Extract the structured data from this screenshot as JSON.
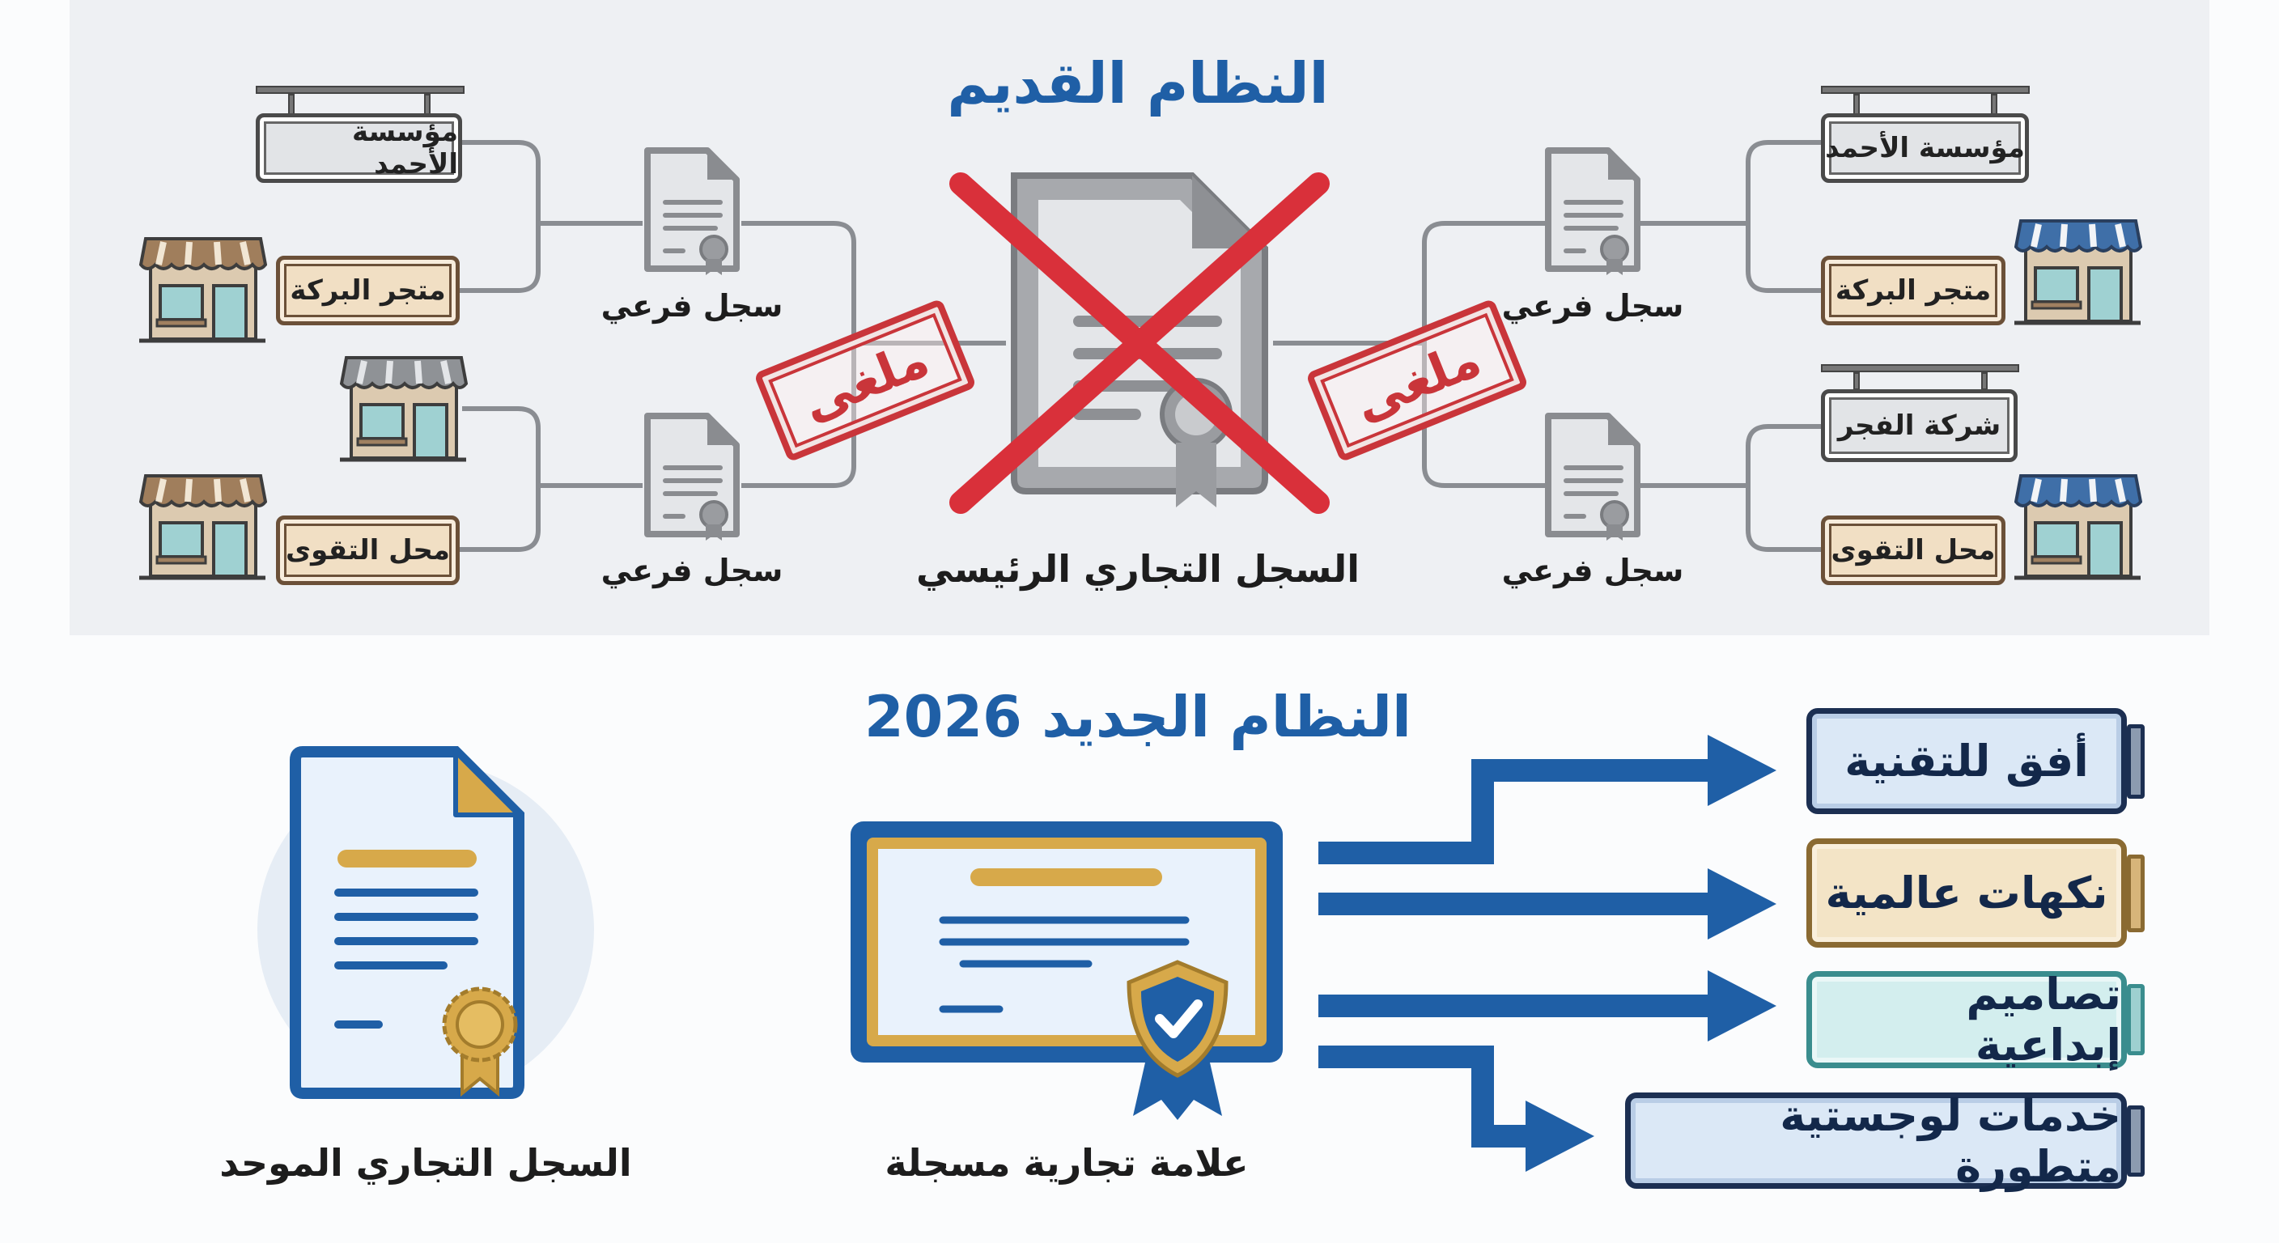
{
  "old_system": {
    "title": "النظام القديم",
    "main_record_label": "السجل التجاري الرئيسي",
    "cancelled_stamp": "ملغى",
    "sub_record_label": "سجل فرعي",
    "left_branches": [
      "مؤسسة الأحمد",
      "متجر البركة",
      "محل التقوى"
    ],
    "right_branches": [
      "مؤسسة الأحمد",
      "متجر البركة",
      "شركة الفجر",
      "محل التقوى"
    ]
  },
  "new_system": {
    "title": "النظام الجديد 2026",
    "unified_record_label": "السجل التجاري الموحد",
    "trademark_label": "علامة تجارية مسجلة",
    "brands": [
      "أفق للتقنية",
      "نكهات عالمية",
      "تصاميم إبداعية",
      "خدمات لوجستية متطورة"
    ]
  },
  "colors": {
    "blue": "#1f5fa6",
    "red": "#d9303a",
    "gold": "#d7a94a",
    "gray": "#7a7a7a"
  }
}
